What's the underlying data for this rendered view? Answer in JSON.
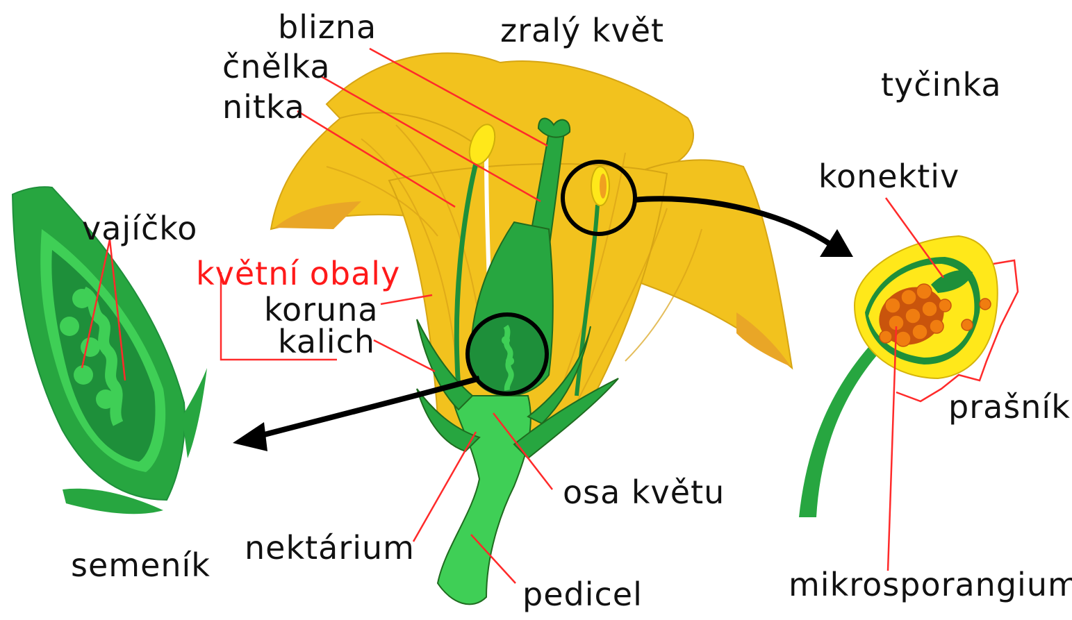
{
  "labels": {
    "blizna": "blizna",
    "cnelka": "čnělka",
    "nitka": "nitka",
    "zraly_kvet": "zralý květ",
    "tycinka": "tyčinka",
    "konektiv": "konektiv",
    "vajicko": "vajíčko",
    "kvetni_obaly": "květní obaly",
    "koruna": "koruna",
    "kalich": "kalich",
    "prasnik": "prašník",
    "osa_kvetu": "osa květu",
    "nektarium": "nektárium",
    "semenik": "semeník",
    "pedicel": "pedicel",
    "mikrosporangium": "mikrosporangium"
  },
  "colors": {
    "petal": "#f2c21e",
    "petal_shadow": "#e9a627",
    "green_dark": "#1e8f3a",
    "green_mid": "#27a640",
    "green_light": "#3fcf56",
    "anther_yellow": "#ffe81a",
    "pollen": "#f07d10",
    "label_red": "#ff1a1a",
    "label_black": "#111111"
  }
}
